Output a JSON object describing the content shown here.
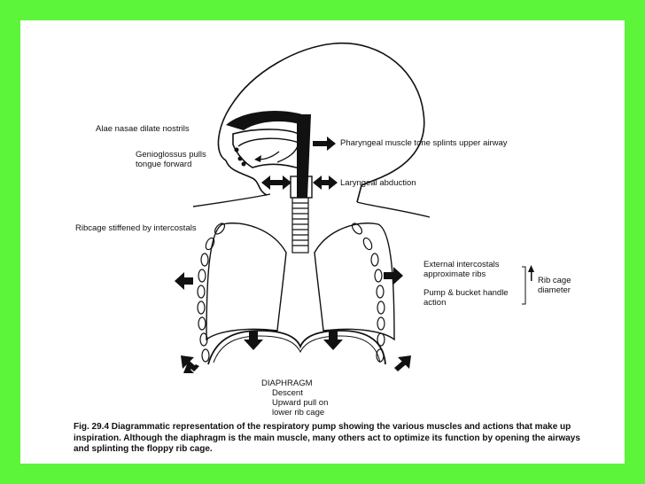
{
  "labels": {
    "alae": "Alae nasae dilate nostrils",
    "genio_line1": "Genioglossus pulls",
    "genio_line2": "tongue forward",
    "pharyngeal": "Pharyngeal muscle tone splints upper airway",
    "laryngeal": "Laryngeal abduction",
    "ribcage_stiff": "Ribcage stiffened by intercostals",
    "ext_line1": "External intercostals",
    "ext_line2": "approximate ribs",
    "pump_line1": "Pump & bucket handle",
    "pump_line2": "action",
    "rib_line1": "Rib cage",
    "rib_line2": "diameter",
    "diaphragm": "DIAPHRAGM",
    "descent": "Descent",
    "upward_line1": "Upward pull on",
    "upward_line2": "lower rib cage"
  },
  "caption": {
    "fig": "Fig. 29.4",
    "text": "Diagrammatic representation of the respiratory pump showing the various muscles and actions that make up inspiration. Although the diaphragm is the main muscle, many others act to optimize its function by opening the airways and splinting the floppy rib cage."
  },
  "colors": {
    "frame": "#5cf53a",
    "sheet": "#ffffff",
    "ink": "#111111"
  }
}
